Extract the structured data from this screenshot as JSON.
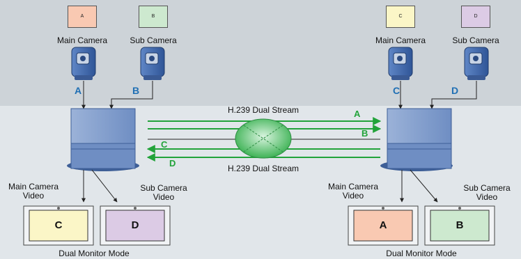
{
  "top_left": {
    "cameras": [
      {
        "swatch": "A",
        "label": "Main Camera",
        "color": "#f9c9b2",
        "link": "A"
      },
      {
        "swatch": "B",
        "label": "Sub Camera",
        "color": "#cde9cf",
        "link": "B"
      }
    ]
  },
  "top_right": {
    "cameras": [
      {
        "swatch": "C",
        "label": "Main Camera",
        "color": "#fbf6c7",
        "link": "C"
      },
      {
        "swatch": "D",
        "label": "Sub Camera",
        "color": "#dccbe5",
        "link": "D"
      }
    ]
  },
  "stream": {
    "top_label": "H.239 Dual Stream",
    "bottom_label": "H.239 Dual Stream",
    "right_arrows": [
      "A",
      "B"
    ],
    "left_arrows": [
      "C",
      "D"
    ]
  },
  "left_site": {
    "main_video": "Main Camera\nVideo",
    "sub_video": "Sub Camera\nVideo",
    "monitors": [
      {
        "letter": "C",
        "color": "#fbf6c7"
      },
      {
        "letter": "D",
        "color": "#dccbe5"
      }
    ],
    "mode": "Dual Monitor Mode"
  },
  "right_site": {
    "main_video": "Main Camera\nVideo",
    "sub_video": "Sub Camera\nVideo",
    "monitors": [
      {
        "letter": "A",
        "color": "#f9c9b2"
      },
      {
        "letter": "B",
        "color": "#cde9cf"
      }
    ],
    "mode": "Dual Monitor Mode"
  },
  "colors": {
    "top_band": "#cdd3d8",
    "bottom_band": "#e1e6ea",
    "stream_green": "#22a33a",
    "link_blue": "#1f6fb4",
    "codec_blue": "#7f9bc9"
  }
}
